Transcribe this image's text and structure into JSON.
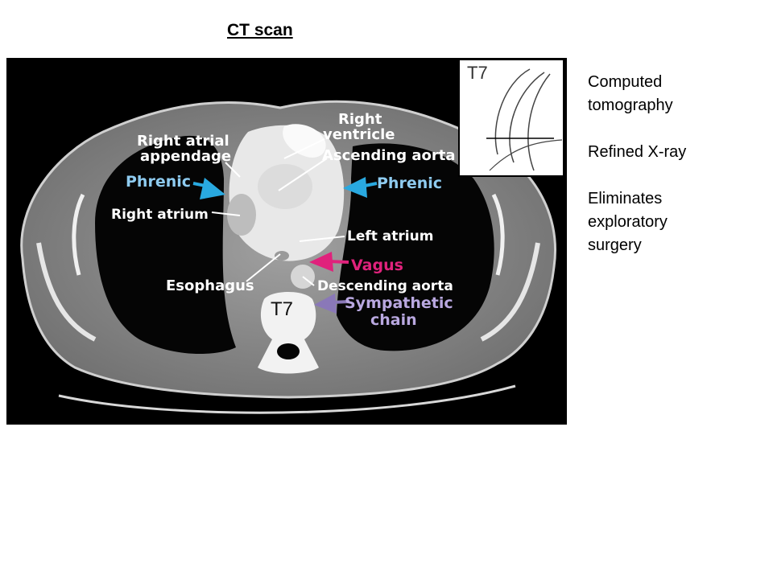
{
  "slide": {
    "title": "CT scan",
    "notes": [
      "Computed tomography",
      "Refined X-ray",
      "Eliminates exploratory surgery"
    ]
  },
  "ct_image": {
    "inset_level_label": "T7",
    "vertebra_label": "T7",
    "labels": {
      "right_ventricle": [
        "Right",
        "ventricle"
      ],
      "right_atrial_appendage": [
        "Right atrial",
        "appendage"
      ],
      "ascending_aorta": "Ascending aorta",
      "phrenic_right": "Phrenic",
      "phrenic_left": "Phrenic",
      "right_atrium": "Right atrium",
      "left_atrium": "Left atrium",
      "vagus": "Vagus",
      "esophagus": "Esophagus",
      "descending_aorta": "Descending aorta",
      "sympathetic_chain": [
        "Sympathetic",
        "chain"
      ]
    },
    "colors": {
      "phrenic": "#29a9e0",
      "vagus": "#e0227c",
      "sympathetic": "#8a78b8",
      "label": "#ffffff",
      "phrenic_text": "#8ecbf0",
      "sympathetic_text": "#b9a8e0"
    }
  }
}
